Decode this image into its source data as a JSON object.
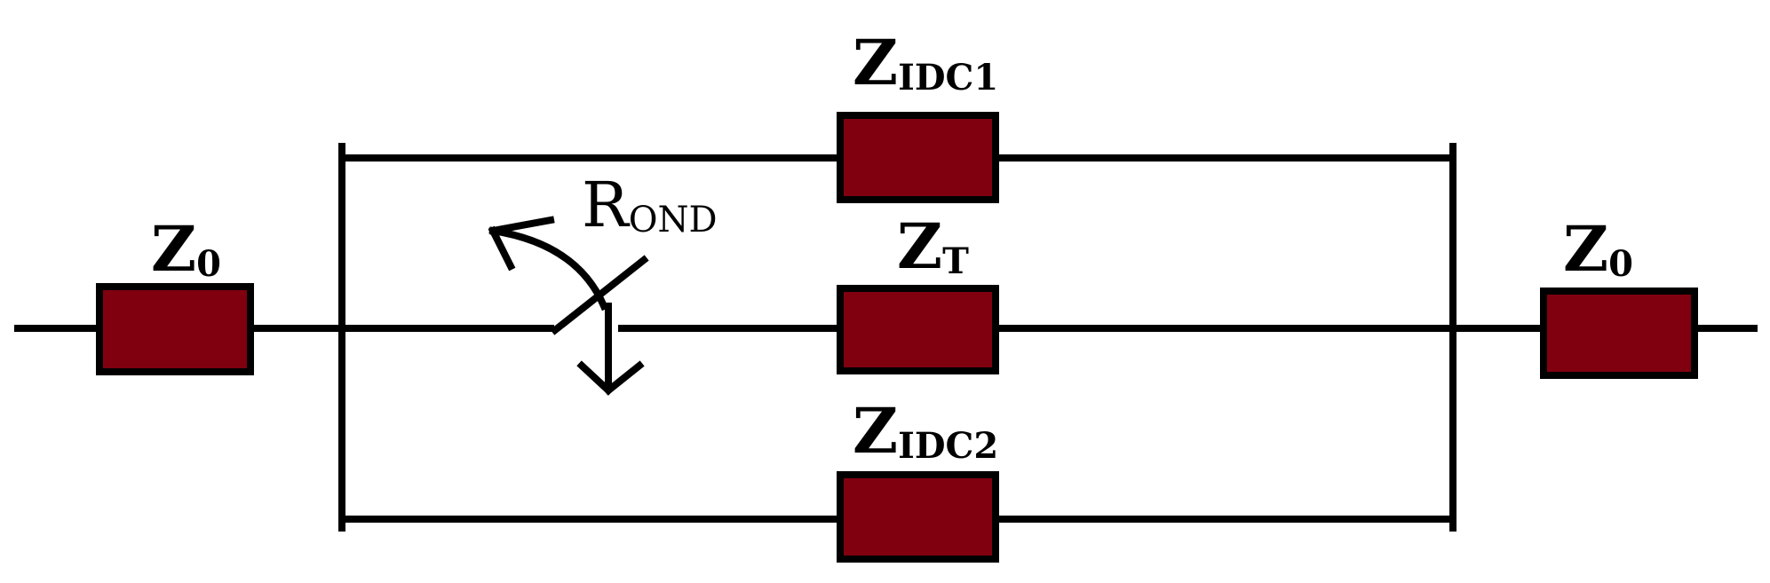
{
  "colors": {
    "wire": "#000000",
    "component_fill": "#800010",
    "component_stroke": "#000000",
    "background": "#ffffff"
  },
  "labels": {
    "z0_left": {
      "main": "Z",
      "sub": "0"
    },
    "zidc1": {
      "main": "Z",
      "sub": "IDC1"
    },
    "zt": {
      "main": "Z",
      "sub": "T"
    },
    "zidc2": {
      "main": "Z",
      "sub": "IDC2"
    },
    "z0_right": {
      "main": "Z",
      "sub": "0"
    },
    "rond": {
      "main": "R",
      "sub": "OND"
    }
  },
  "icons": {
    "switch": "rotary-switch-icon",
    "rotation_arrow": "curved-arrow-icon",
    "down_arrow": "down-arrow-icon"
  }
}
